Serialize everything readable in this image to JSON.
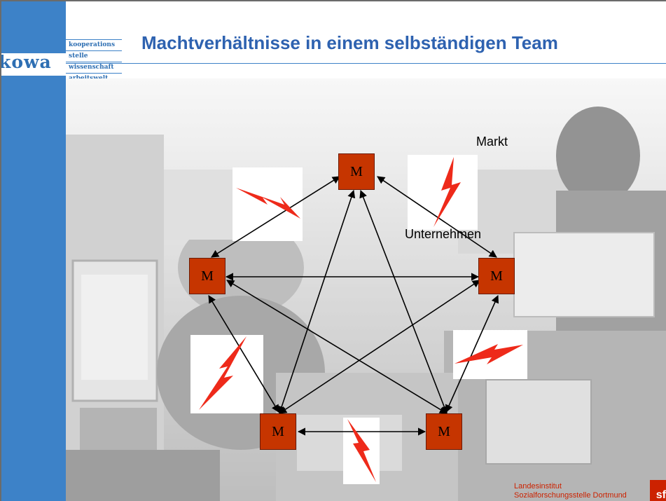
{
  "branding": {
    "logo_text": "kowa",
    "nav_items": [
      "kooperations",
      "stelle",
      "wissenschaft",
      "arbeitswelt"
    ],
    "accent_color": "#3d82c8"
  },
  "slide": {
    "title": "Machtverhältnisse in einem selbständigen Team"
  },
  "diagram": {
    "node_label": "M",
    "node_color": "#c63500",
    "bolt_color": "#ee2a1a",
    "nodes": [
      {
        "id": "top",
        "label": "M"
      },
      {
        "id": "left",
        "label": "M"
      },
      {
        "id": "right",
        "label": "M"
      },
      {
        "id": "bottom-left",
        "label": "M"
      },
      {
        "id": "bottom-right",
        "label": "M"
      }
    ],
    "labels": {
      "market": "Markt",
      "company": "Unternehmen"
    }
  },
  "footer": {
    "institute_line1": "Landesinstitut",
    "institute_line2": "Sozialforschungsstelle Dortmund",
    "logo_glyph": "sf"
  }
}
